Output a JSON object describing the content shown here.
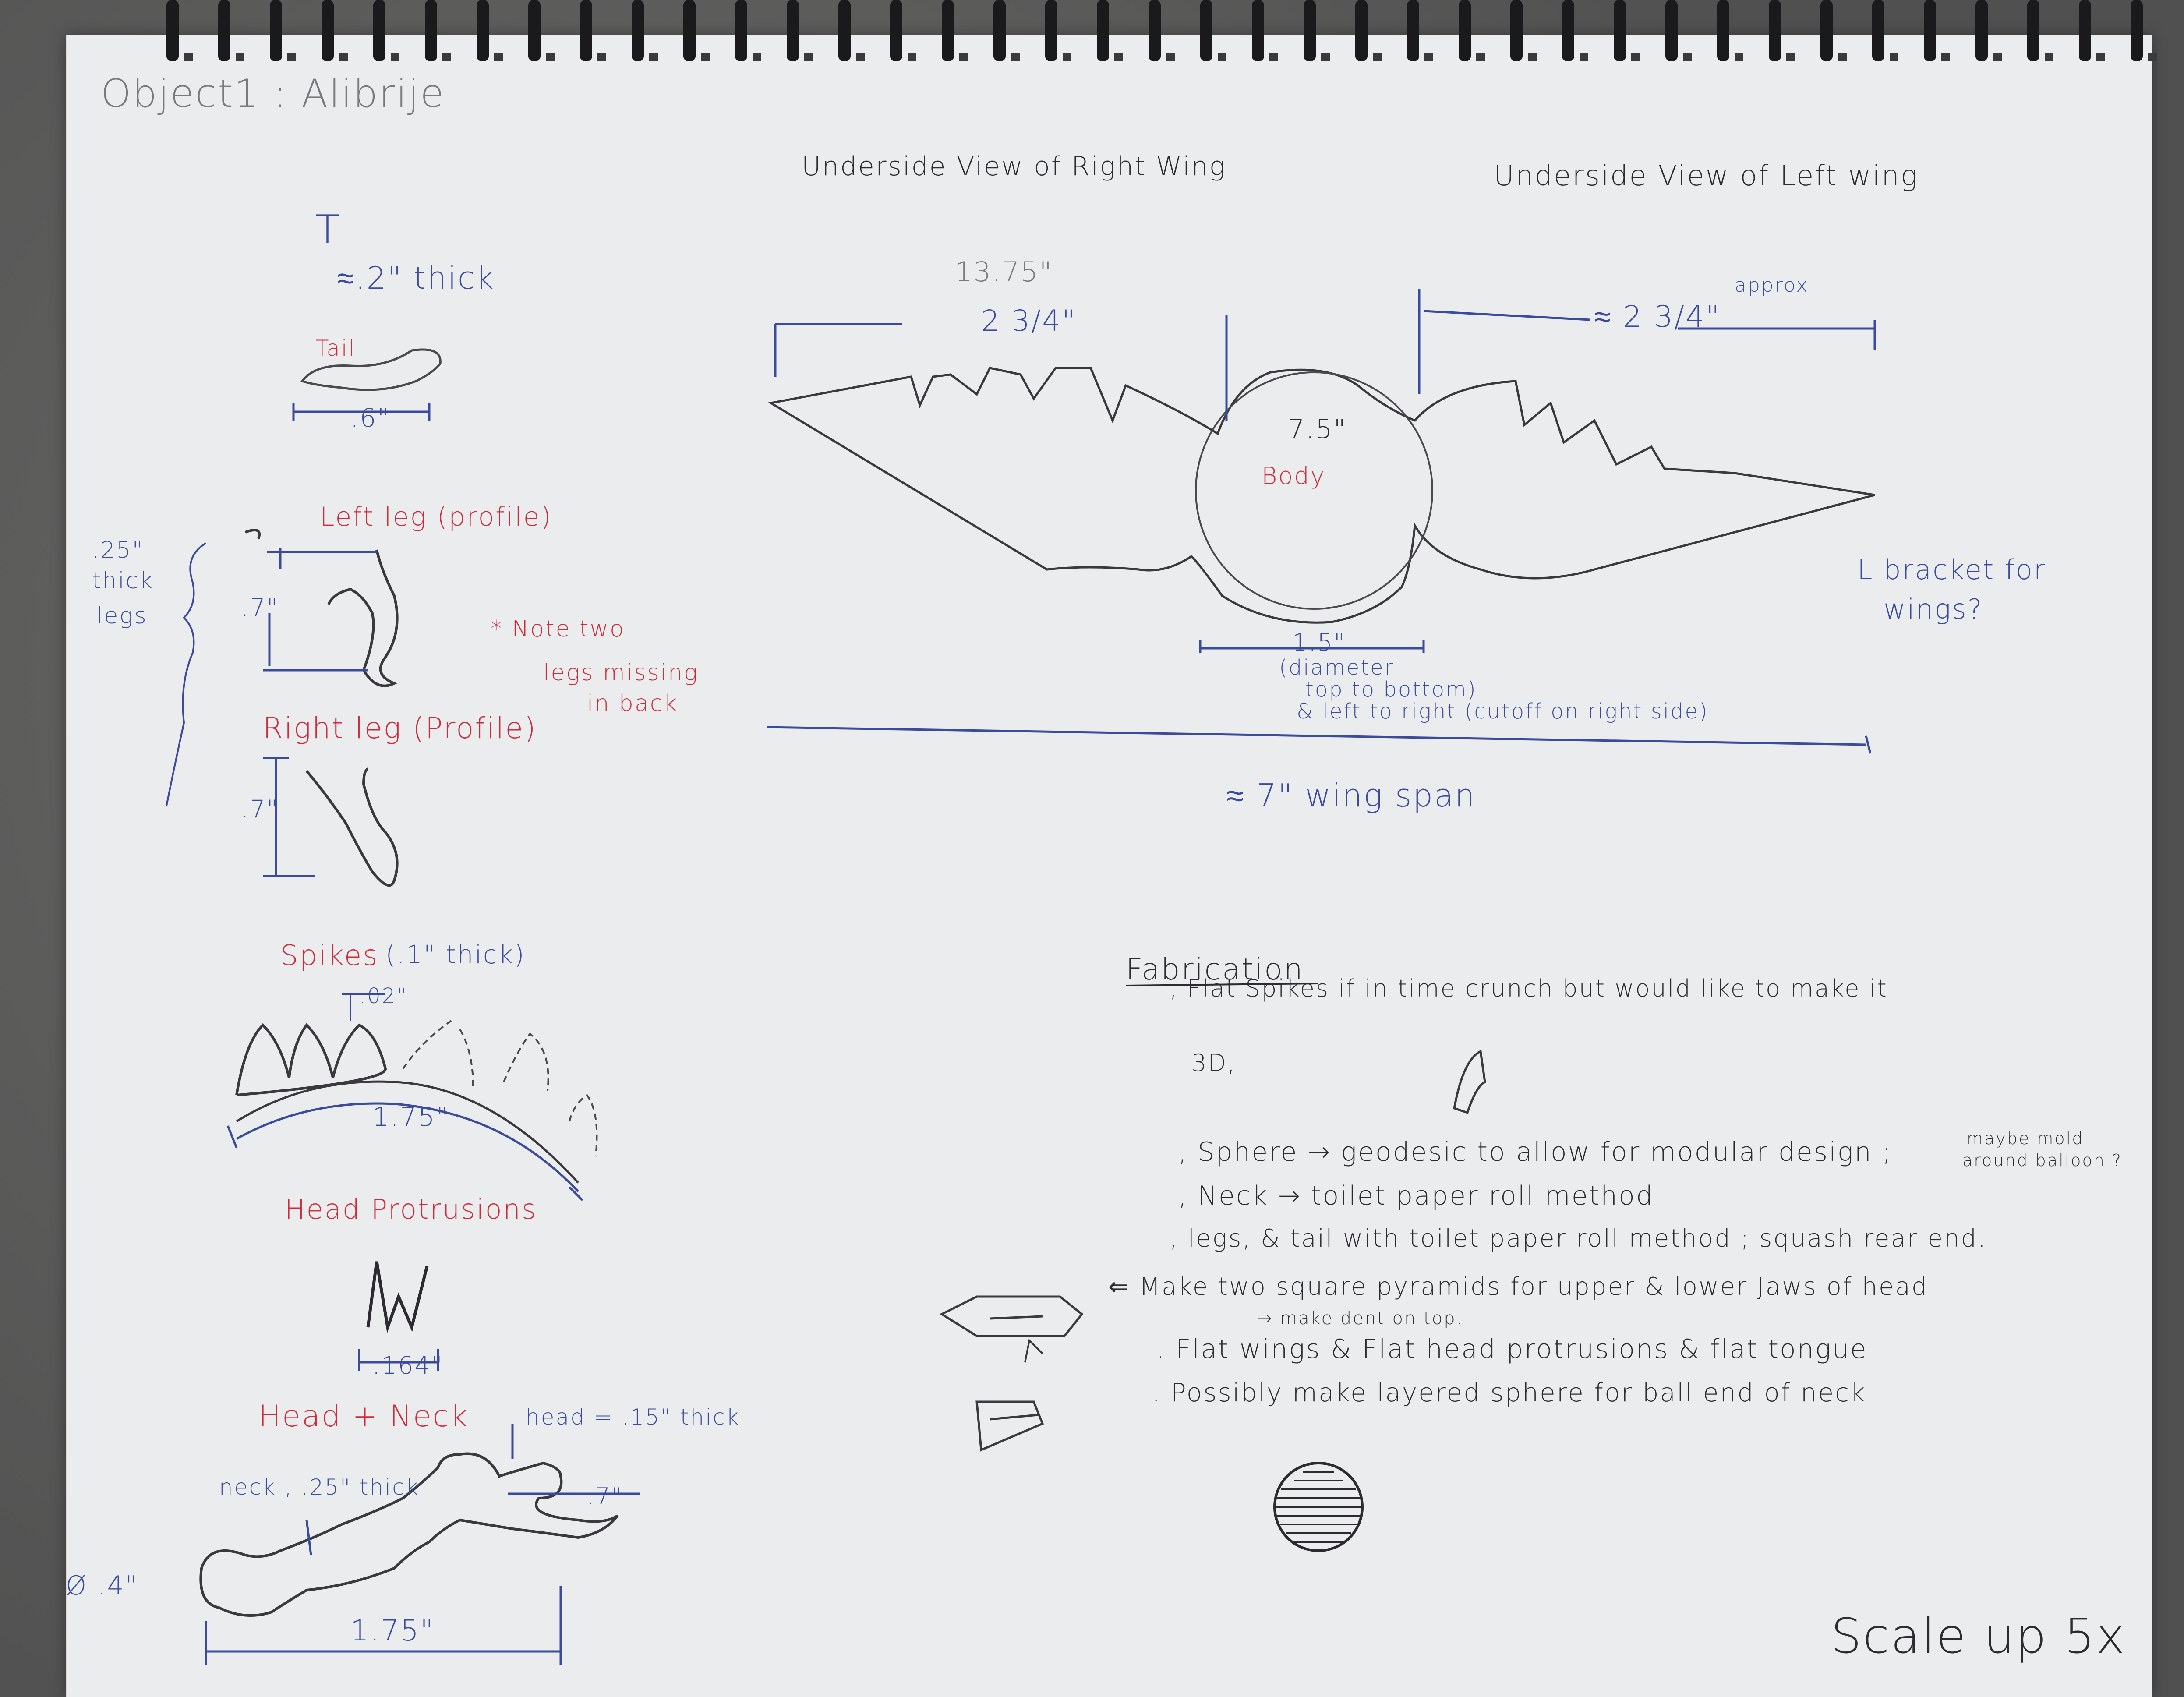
{
  "page": {
    "title": "Object1 : Alibrije",
    "scale_note": "Scale up 5x"
  },
  "left_column": {
    "tail_marker": "T",
    "tail_thickness": "≈.2\" thick",
    "tail_label": "Tail",
    "tail_length": ".6\"",
    "legs_thickness": [
      ".25\"",
      "thick",
      "legs"
    ],
    "left_leg_label": "Left leg (profile)",
    "left_leg_height": ".7\"",
    "note": [
      "* Note two",
      "legs missing",
      "in back"
    ],
    "right_leg_label": "Right leg (Profile)",
    "right_leg_height": ".7\"",
    "spikes_label": "Spikes",
    "spikes_thickness": "(.1\" thick)",
    "spikes_height": ".02\"",
    "spikes_length": "1.75\"",
    "head_protrusions_label": "Head Protrusions",
    "head_protrusions_width": ".164\"",
    "head_neck_label": "Head + Neck",
    "head_thickness": "head = .15\" thick",
    "neck_thickness": "neck , .25\" thick",
    "neck_diameter": "Ø .4\"",
    "head_length": ".7\"",
    "neck_length": "1.75\""
  },
  "wings": {
    "right_wing_title": "Underside View of Right Wing",
    "left_wing_title": "Underside View of Left wing",
    "top_dim": "13.75\"",
    "right_wing_width": "2 3/4\"",
    "left_wing_width": "≈ 2 3/4\"",
    "approx": "approx",
    "body_diameter": "7.5\"",
    "body_label": "Body",
    "body_width": "1.5\"",
    "diameter_note": [
      "(diameter",
      "top to bottom)",
      "& left to right (cutoff on right side)"
    ],
    "wing_span": "≈ 7\" wing span",
    "bracket_note": [
      "L bracket for",
      "wings?"
    ]
  },
  "fabrication": {
    "heading": "Fabrication",
    "items": [
      ", Flat Spikes if in time crunch but would like to make it",
      "3D,",
      ", Sphere → geodesic to allow for modular design ;",
      ", Neck → toilet paper roll method",
      ", legs, & tail with toilet paper roll method ; squash rear end.",
      "⇐ Make two square pyramids for upper & lower Jaws of head",
      ". Flat wings & Flat head protrusions & flat tongue",
      ". Possibly make layered sphere for ball end of neck"
    ],
    "sphere_aside": [
      "maybe mold",
      "around balloon ?"
    ],
    "dent_note": "→ make dent on top."
  },
  "colors": {
    "paper": "#ebecee",
    "blue_ink": "#3a4a9c",
    "red_ink": "#cf2a3a",
    "pencil": "#4a4a4e"
  }
}
